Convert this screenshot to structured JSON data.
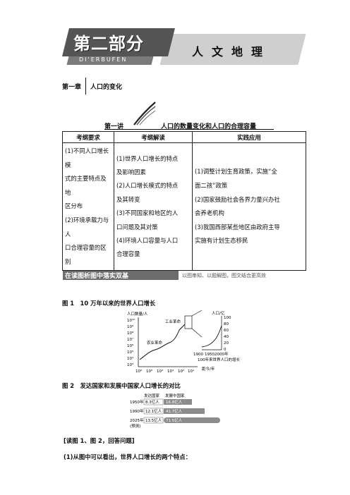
{
  "banner": {
    "title": "第二部分",
    "pinyin": "DI'ERBUFEN",
    "topic": "人文地理"
  },
  "chapter": {
    "label": "第一章",
    "title": "人口的变化"
  },
  "lecture": {
    "label": "第一讲",
    "title": "人口的数量变化和人口的合理容量"
  },
  "table": {
    "headers": [
      "考纲要求",
      "考纲解读",
      "实践应用"
    ],
    "col1": [
      "(1)不同人口增长模",
      "式的主要特点及地",
      "区分布",
      "(2)环境承载力与人",
      "口合理容量的区别"
    ],
    "col2": [
      "(1)世界人口增长的特点",
      "及影响因素",
      "(2)人口增长模式的特点",
      "及其转变",
      "(3)不同国家和地区的人",
      "口问题及其对策",
      "(4)环境人口容量与人口",
      "合理容量"
    ],
    "col3": [
      "(1)调整计划生育政策，实施“全",
      "面二孩”政策",
      "(2)国家鼓励社会各界力量兴办社",
      "会养老机构",
      "(3)我国西部某些地区由政府主导",
      "实施有计划生态移民"
    ]
  },
  "section": {
    "title": "在读图析图中落实双基",
    "subtitle": "以图串知、以题解图，图文结合更高效"
  },
  "figure1": {
    "caption": "图 1　10 万年以来的世界人口增长",
    "ylabel": "人口数量/人",
    "xlabel": "距今/年",
    "y_ticks": [
      "10¹⁰",
      "10⁹",
      "10⁸",
      "10⁷",
      "10⁶",
      "10⁵",
      "10⁴",
      "10³"
    ],
    "x_ticks": [
      "10⁶",
      "10⁵",
      "10⁴",
      "10³",
      "10²",
      "10¹"
    ],
    "labels": [
      "工业革命",
      "农业革命"
    ],
    "inset_ylabel": "人口/亿",
    "inset_y_ticks": [
      "100",
      "80",
      "60",
      "40",
      "20",
      "0"
    ],
    "inset_x_ticks": [
      "1900",
      "1950",
      "2000年"
    ],
    "inset_caption": "100年来世界人口的增长"
  },
  "figure2": {
    "caption": "图 2　发达国家和发展中国家人口增长的对比",
    "legend": [
      "发达国家",
      "发展中国家"
    ],
    "rows": [
      {
        "year": "1950年",
        "developed": "8.3亿人",
        "developing": "16.8亿人"
      },
      {
        "year": "1990年",
        "developed": "12.1亿人",
        "developing": "41.7亿人"
      },
      {
        "year": "2025年",
        "developed": "13.5亿人",
        "developing": "71.5亿人"
      }
    ],
    "note": "(预测)"
  },
  "question": {
    "heading": "[读图 1、图 2，回答问题]",
    "q1": "(1)从图中可以看出，世界人口增长的两个特点："
  }
}
